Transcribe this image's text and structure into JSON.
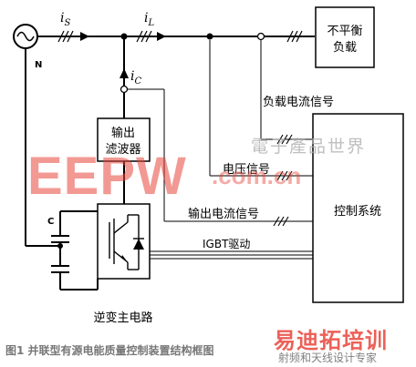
{
  "labels": {
    "i_s": "i",
    "i_s_sub": "S",
    "i_L": "i",
    "i_L_sub": "L",
    "i_C": "i",
    "i_C_sub": "C",
    "neutral": "N",
    "capacitor": "C",
    "unbalanced_load_line1": "不平衡",
    "unbalanced_load_line2": "负载",
    "output_filter_line1": "输出",
    "output_filter_line2": "滤波器",
    "load_current_signal": "负载电流信号",
    "voltage_signal": "电压信号",
    "output_current_signal": "输出电流信号",
    "igbt_drive": "IGBT驱动",
    "control_system": "控制系统",
    "inverter_main_circuit": "逆变主电路",
    "caption": "图1   并联型有源电能质量控制装置结构框图"
  },
  "watermarks": {
    "eepw": "EEPW",
    "url": ".com.cn",
    "cn_name": "電子產品世界",
    "brand": "易迪拓培训",
    "slogan": "射频和天线设计专家"
  },
  "colors": {
    "line": "#000000",
    "caption": "#777777",
    "watermark_red": "#e8463c"
  }
}
